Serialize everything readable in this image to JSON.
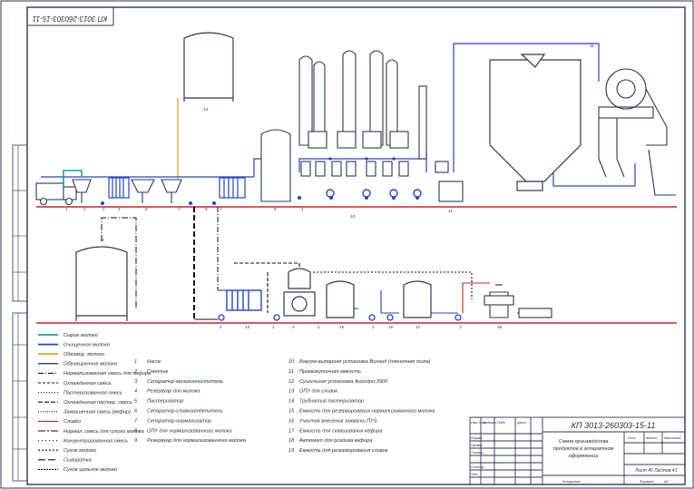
{
  "drawing": {
    "code_upside": "КП 3013-260303-15-11",
    "code_main": "КП 3013-260303-15-11",
    "title_lines": [
      "Схема производства",
      "продуктов в аппаратном",
      "оформлении"
    ],
    "sheet_info": "Лист 45 Листов 41",
    "lit_label": "Лит.",
    "mass_label": "Масса",
    "scale_label": "Масштаб",
    "copied_label": "Копировал",
    "format_label": "Формат",
    "format_value": "А2",
    "tb_rows": [
      "Изм. Лист",
      "№ докум.",
      "Подп.",
      "Дата",
      "Разраб.",
      "Провер.",
      "Т.контр.",
      "Н.контр.",
      "Утв."
    ]
  },
  "legend": {
    "items": [
      {
        "label": "Сырое молоко",
        "color": "#1aa0a0",
        "style": "solid"
      },
      {
        "label": "Очищенное молоко",
        "color": "#2244cc",
        "style": "solid"
      },
      {
        "label": "Обезжир. молоко",
        "color": "#e0a030",
        "style": "solid"
      },
      {
        "label": "Обезжиренное молоко",
        "color": "#111111",
        "style": "solid"
      },
      {
        "label": "Нормализованная смесь для кефира",
        "color": "#111111",
        "style": "dashdot"
      },
      {
        "label": "Охлажденная смесь",
        "color": "#111111",
        "style": "cross"
      },
      {
        "label": "Пастеризованная смесь",
        "color": "#111111",
        "style": "plus"
      },
      {
        "label": "Охлажденная пастер. смесь",
        "color": "#111111",
        "style": "dashcross"
      },
      {
        "label": "Заквашенная смесь (кефир)",
        "color": "#111111",
        "style": "dotted"
      },
      {
        "label": "Сливки",
        "color": "#cc2222",
        "style": "solid"
      },
      {
        "label": "Нормал. смесь для сухого молока",
        "color": "#111111",
        "style": "dashdot2"
      },
      {
        "label": "Концентрированная смесь",
        "color": "#111111",
        "style": "dots"
      },
      {
        "label": "Сухое молоко",
        "color": "#111111",
        "style": "plus2"
      },
      {
        "label": "Сыворотка",
        "color": "#111111",
        "style": "longdash"
      },
      {
        "label": "Сухое цельное молоко",
        "color": "#111111",
        "style": "fine"
      }
    ]
  },
  "equipment_list": {
    "left": [
      {
        "num": "1",
        "name": "Насос"
      },
      {
        "num": "2",
        "name": "Счетчик"
      },
      {
        "num": "3",
        "name": "Сепаратор-молокоочиститель"
      },
      {
        "num": "4",
        "name": "Резервуар для молока"
      },
      {
        "num": "5",
        "name": "Пастеризатор"
      },
      {
        "num": "6",
        "name": "Сепаратор-сливкоотделитель"
      },
      {
        "num": "7",
        "name": "Сепаратор-нормализатор"
      },
      {
        "num": "8",
        "name": "ОПУ для нормализованного молока"
      },
      {
        "num": "9",
        "name": "Резервуар для нормализованного молока"
      }
    ],
    "right": [
      {
        "num": "10",
        "name": "Вакуум-выпарная установка Виганд (пленочная типа)"
      },
      {
        "num": "11",
        "name": "Промежуточная емкость"
      },
      {
        "num": "12",
        "name": "Сушильная установка Ангидро-3900"
      },
      {
        "num": "13",
        "name": "ОПУ для сливок"
      },
      {
        "num": "14",
        "name": "Трубчатый пастеризатор"
      },
      {
        "num": "15",
        "name": "Емкость для резервирования нормализованного молока"
      },
      {
        "num": "16",
        "name": "Участок внесения закваски ПУS"
      },
      {
        "num": "17",
        "name": "Емкость для сквашивания кефира"
      },
      {
        "num": "18",
        "name": "Автомат для розлива кефира"
      },
      {
        "num": "19",
        "name": "Емкость для резервирования сливок"
      }
    ]
  },
  "diagram_labels": {
    "top_row": [
      "1",
      "2",
      "1",
      "3",
      "6",
      "7",
      "8",
      "1",
      "9",
      "1",
      "10",
      "11"
    ],
    "bottom_row": [
      "1",
      "14",
      "1",
      "4",
      "1",
      "15",
      "1",
      "16",
      "17",
      "1",
      "18"
    ],
    "tag_tank_top": "13",
    "tag_tank_left": "4",
    "tag_hopper": "11"
  },
  "colors": {
    "frame": "#2b3a55",
    "line_blue": "#2244cc",
    "line_red": "#cc2222",
    "line_teal": "#1aa0a0",
    "line_orange": "#e0a030",
    "floor": "#cc2222"
  }
}
